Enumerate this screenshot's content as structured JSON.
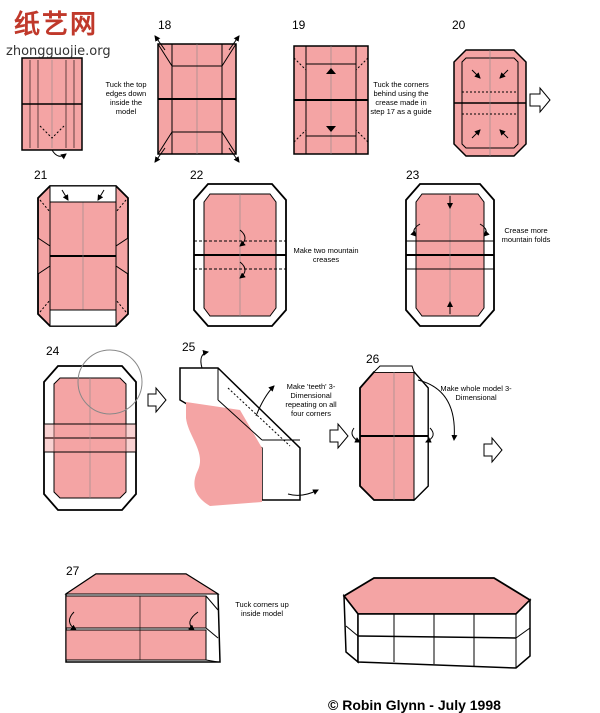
{
  "watermark": {
    "brand": "纸艺网",
    "url": "zhongguojie.org"
  },
  "steps": {
    "s18": "18",
    "s19": "19",
    "s20": "20",
    "s21": "21",
    "s22": "22",
    "s23": "23",
    "s24": "24",
    "s25": "25",
    "s26": "26",
    "s27": "27"
  },
  "notes": {
    "step17": "Tuck the top edges down inside the model",
    "step19": "Tuck the corners behind using the crease made in step 17 as a guide",
    "step22": "Make two mountain creases",
    "step23": "Crease more mountain folds",
    "step25": "Make 'teeth' 3-Dimensional repeating on all four corners",
    "step26": "Make whole model 3-Dimensional",
    "step27": "Tuck corners up inside model"
  },
  "credit": "© Robin Glynn - July 1998",
  "colors": {
    "paper": "#f4a4a4",
    "line": "#000000",
    "watermark": "#c0392b"
  }
}
